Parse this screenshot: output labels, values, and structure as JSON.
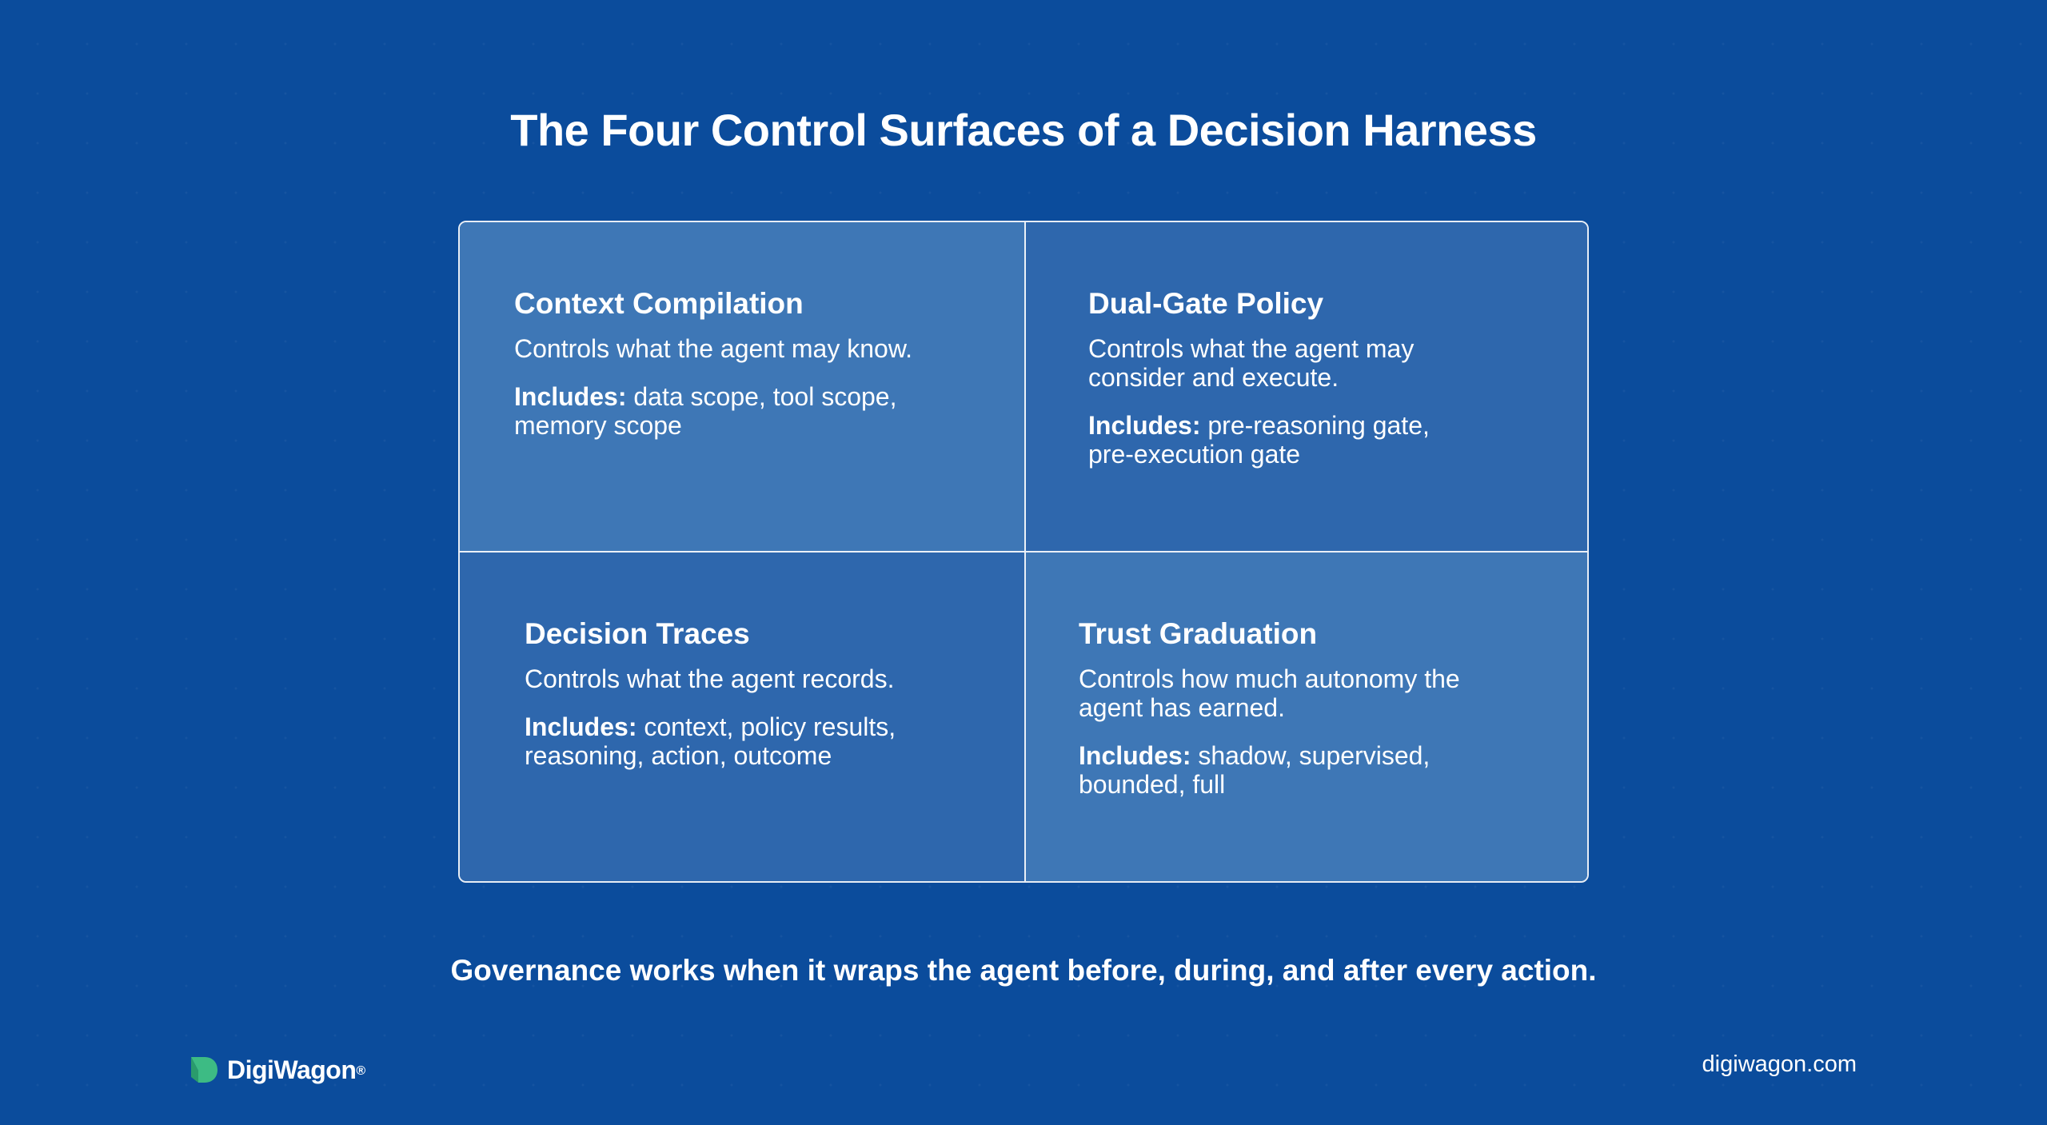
{
  "title": "The Four Control Surfaces of a Decision Harness",
  "cells": [
    {
      "heading": "Context Compilation",
      "description": "Controls what the agent may know.",
      "includes_label": "Includes:",
      "includes_text": " data scope, tool scope, memory scope"
    },
    {
      "heading": "Dual-Gate Policy",
      "description": "Controls what the agent may consider and execute.",
      "includes_label": "Includes:",
      "includes_text": " pre-reasoning gate, pre-execution gate"
    },
    {
      "heading": "Decision Traces",
      "description": "Controls what the agent records.",
      "includes_label": "Includes:",
      "includes_text": " context, policy results, reasoning, action, outcome"
    },
    {
      "heading": "Trust Graduation",
      "description": "Controls how much autonomy the agent has earned.",
      "includes_label": "Includes:",
      "includes_text": " shadow, supervised, bounded, full"
    }
  ],
  "tagline": "Governance works when it wraps the agent before, during, and after every action.",
  "footer": {
    "logo_text": "DigiWagon",
    "logo_reg": "®",
    "url": "digiwagon.com"
  },
  "colors": {
    "background": "#0b4c9c",
    "cell_light": "#3e77b6",
    "cell_dark": "#2e67ad",
    "logo_green": "#3dbb84"
  }
}
